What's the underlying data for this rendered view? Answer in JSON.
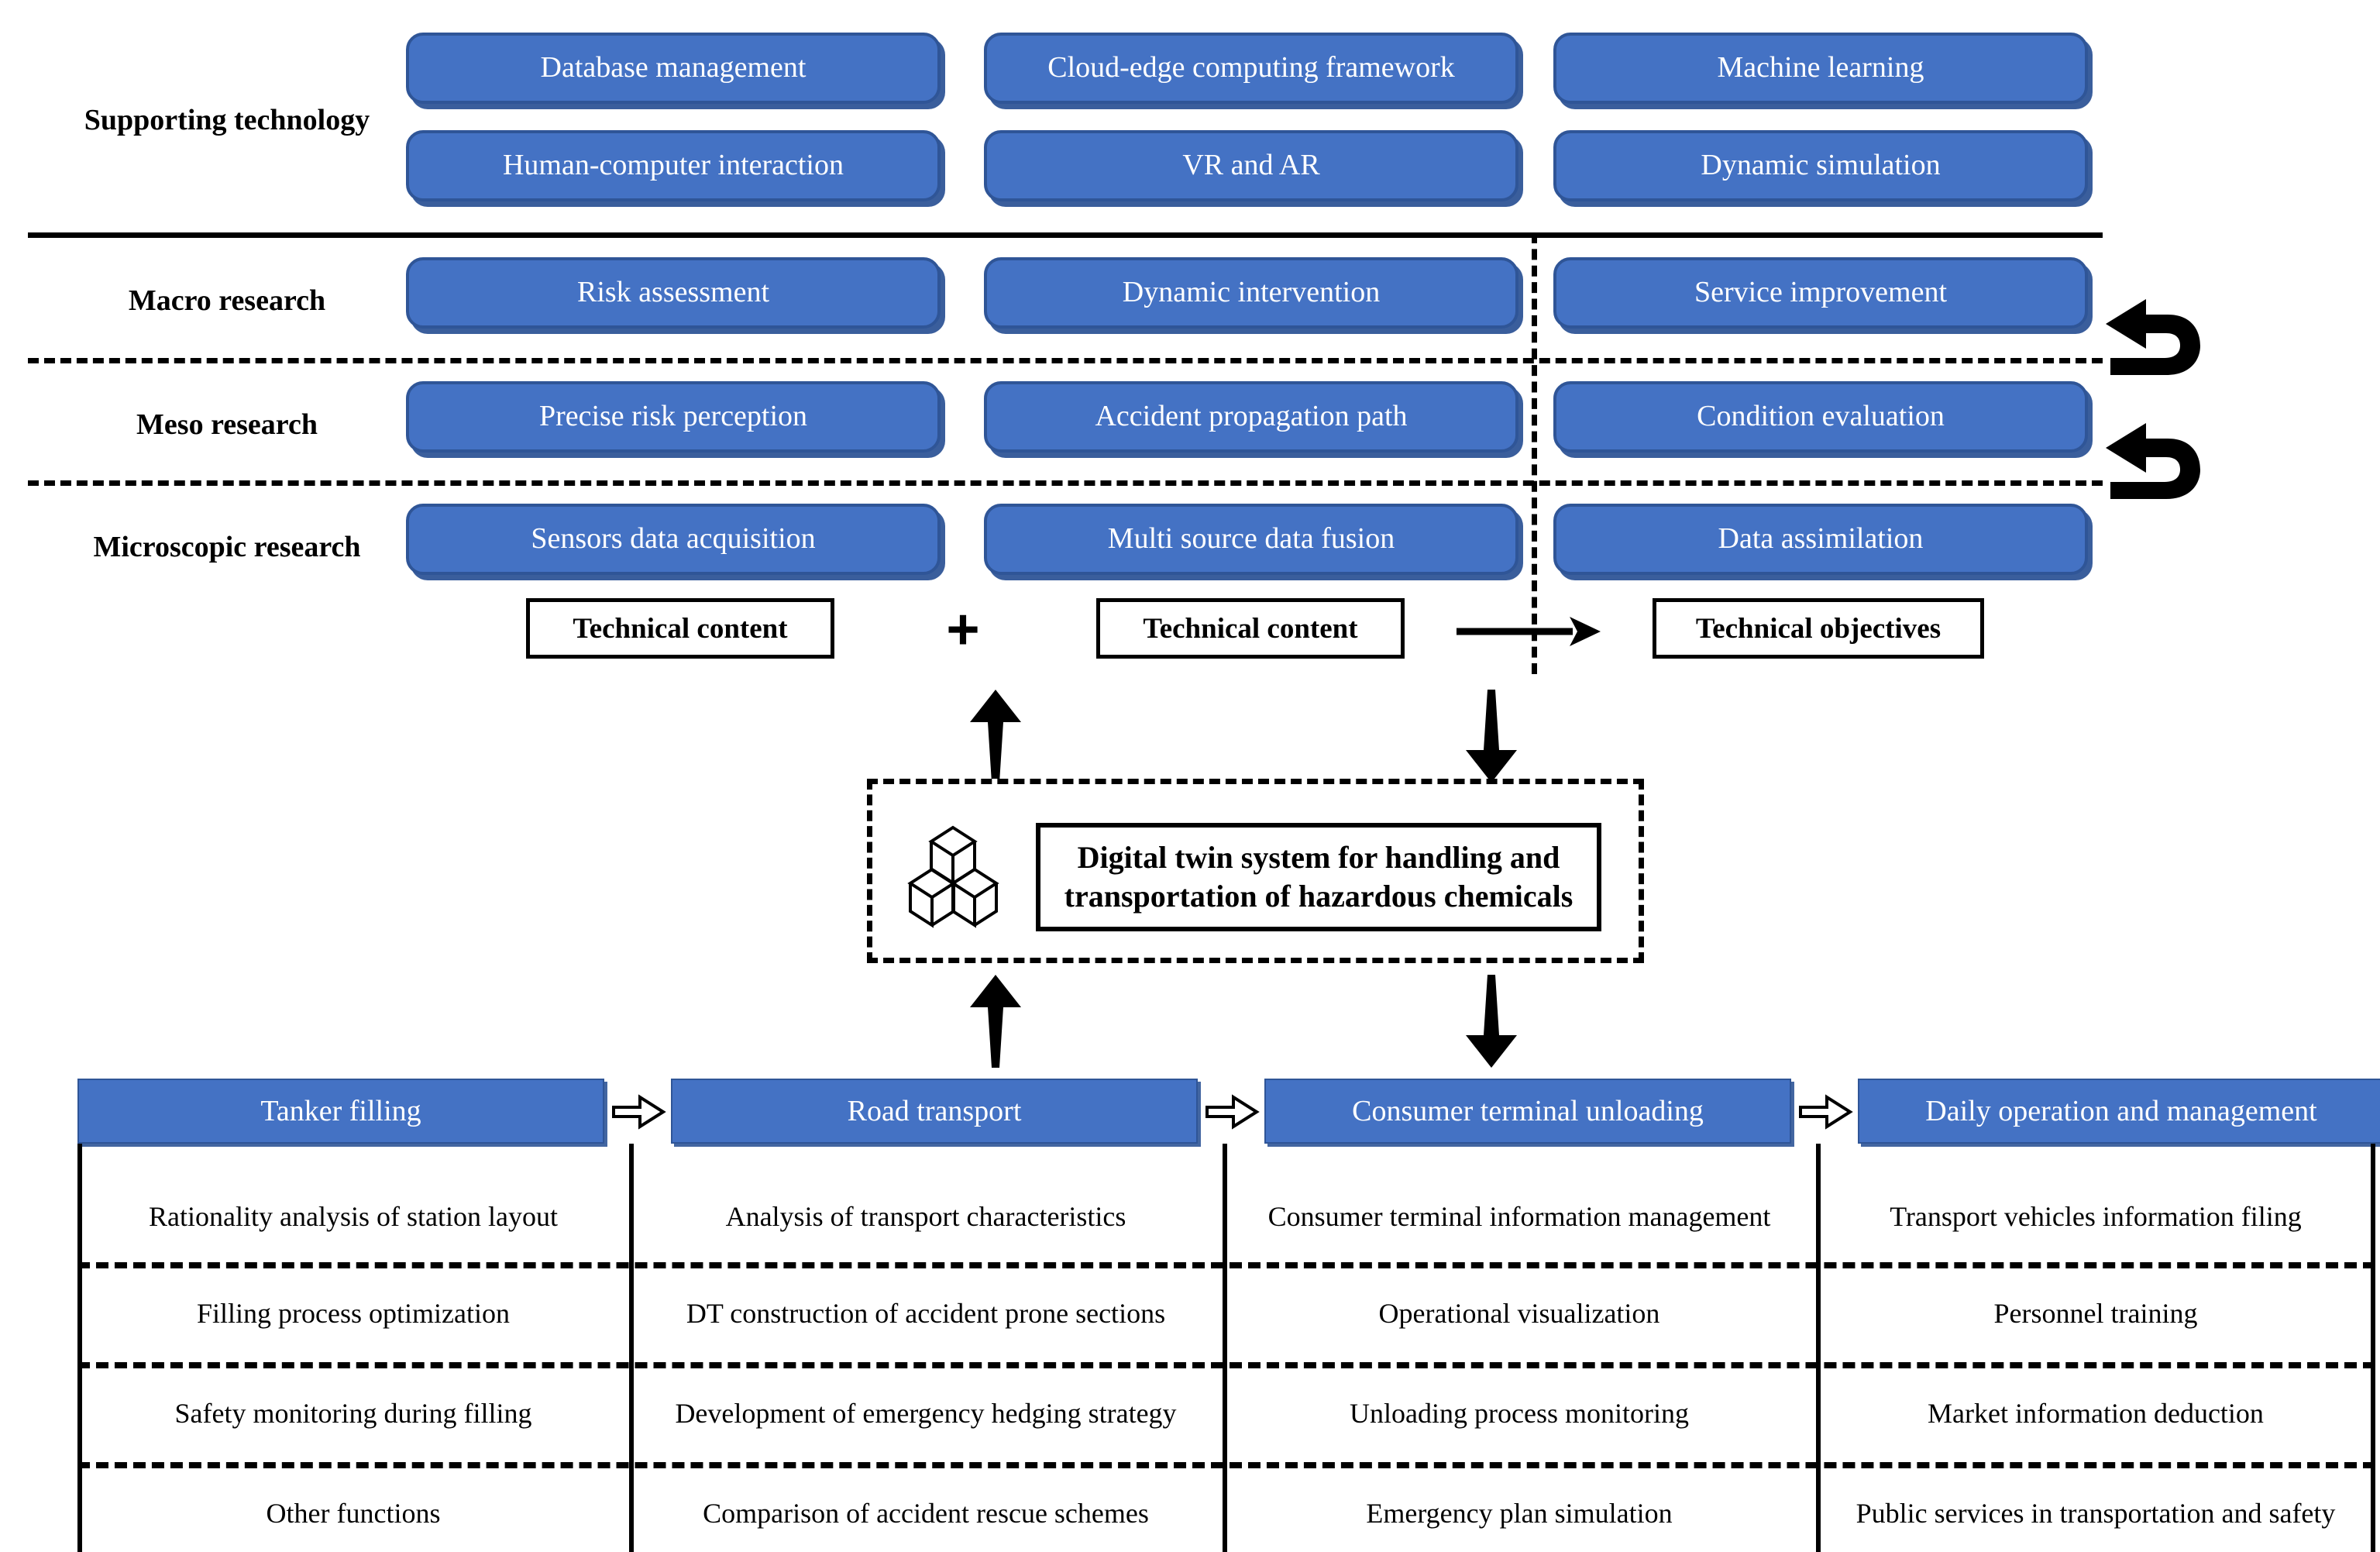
{
  "row_labels": {
    "supporting_technology": "Supporting technology",
    "macro_research": "Macro research",
    "meso_research": "Meso research",
    "microscopic_research": "Microscopic research"
  },
  "matrix": {
    "columns": 3,
    "rows": [
      {
        "label": "Supporting technology",
        "cells": [
          "Database management",
          "Cloud-edge computing framework",
          "Machine learning"
        ]
      },
      {
        "label": "Supporting technology",
        "cells": [
          "Human-computer interaction",
          "VR and AR",
          "Dynamic simulation"
        ]
      },
      {
        "label": "Macro research",
        "cells": [
          "Risk assessment",
          "Dynamic intervention",
          "Service improvement"
        ]
      },
      {
        "label": "Meso research",
        "cells": [
          "Precise risk perception",
          "Accident propagation path",
          "Condition evaluation"
        ]
      },
      {
        "label": "Microscopic research",
        "cells": [
          "Sensors data acquisition",
          "Multi source data fusion",
          "Data assimilation"
        ]
      }
    ]
  },
  "legend": {
    "technical_content_left": "Technical content",
    "plus": "+",
    "technical_content_middle": "Technical content",
    "technical_objectives": "Technical objectives"
  },
  "digital_twin": {
    "title": "Digital twin system for handling and transportation of hazardous chemicals",
    "title_line1": "Digital twin system for handling and",
    "title_line2": "transportation of hazardous chemicals",
    "icon": "cubes-icon"
  },
  "bottom": {
    "columns": [
      {
        "header": "Tanker filling",
        "items": [
          "Rationality analysis of station layout",
          "Filling process optimization",
          "Safety monitoring during filling",
          "Other functions"
        ]
      },
      {
        "header": "Road transport",
        "items": [
          "Analysis of transport characteristics",
          "DT construction of accident prone sections",
          "Development of emergency hedging strategy",
          "Comparison of accident rescue schemes"
        ]
      },
      {
        "header": "Consumer terminal unloading",
        "items": [
          "Consumer terminal information management",
          "Operational visualization",
          "Unloading process monitoring",
          "Emergency plan simulation"
        ]
      },
      {
        "header": "Daily operation and management",
        "items": [
          "Transport vehicles information filing",
          "Personnel training",
          "Market information deduction",
          "Public services in transportation and safety"
        ]
      }
    ]
  },
  "colors": {
    "box_fill": "#4472C4",
    "box_border": "#2F5597",
    "line": "#000000",
    "text_on_box": "#FFFFFF",
    "background": "#FFFFFF"
  }
}
